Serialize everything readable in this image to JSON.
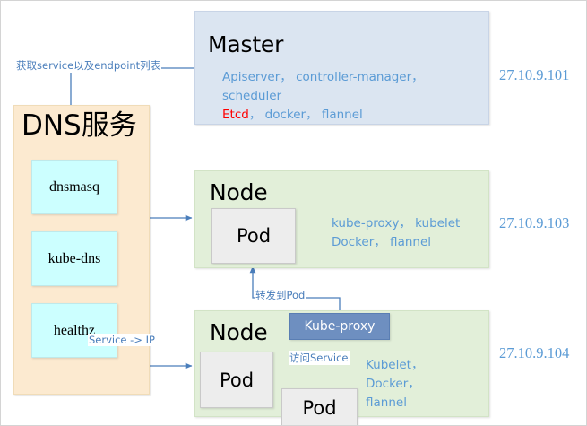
{
  "diagram": {
    "title": "Kubernetes cluster architecture with DNS service",
    "accent_blue": "#5b9bd5",
    "line_blue": "#4a7ebb"
  },
  "master": {
    "title": "Master",
    "services_line1": "Apiserver， controller-manager，",
    "services_line2": "scheduler",
    "etcd": "Etcd",
    "services_line3": "， docker， flannel",
    "ip": "27.10.9.101"
  },
  "dns": {
    "title": "DNS服务",
    "components": [
      {
        "label": "dnsmasq"
      },
      {
        "label": "kube-dns"
      },
      {
        "label": "healthz"
      }
    ]
  },
  "node1": {
    "title": "Node",
    "pod": "Pod",
    "services_line1": "kube-proxy， kubelet",
    "services_line2": "Docker， flannel",
    "ip": "27.10.9.103"
  },
  "node2": {
    "title": "Node",
    "pod_left": "Pod",
    "pod_bottom": "Pod",
    "kube_proxy": "Kube-proxy",
    "services_line1": "Kubelet，",
    "services_line2": "Docker，",
    "services_line3": "flannel",
    "ip": "27.10.9.104"
  },
  "connectors": {
    "fetch_service_endpoints": "获取service以及endpoint列表",
    "service_to_ip": "Service -> IP",
    "forward_to_pod": "转发到Pod",
    "access_service": "访问Service"
  }
}
